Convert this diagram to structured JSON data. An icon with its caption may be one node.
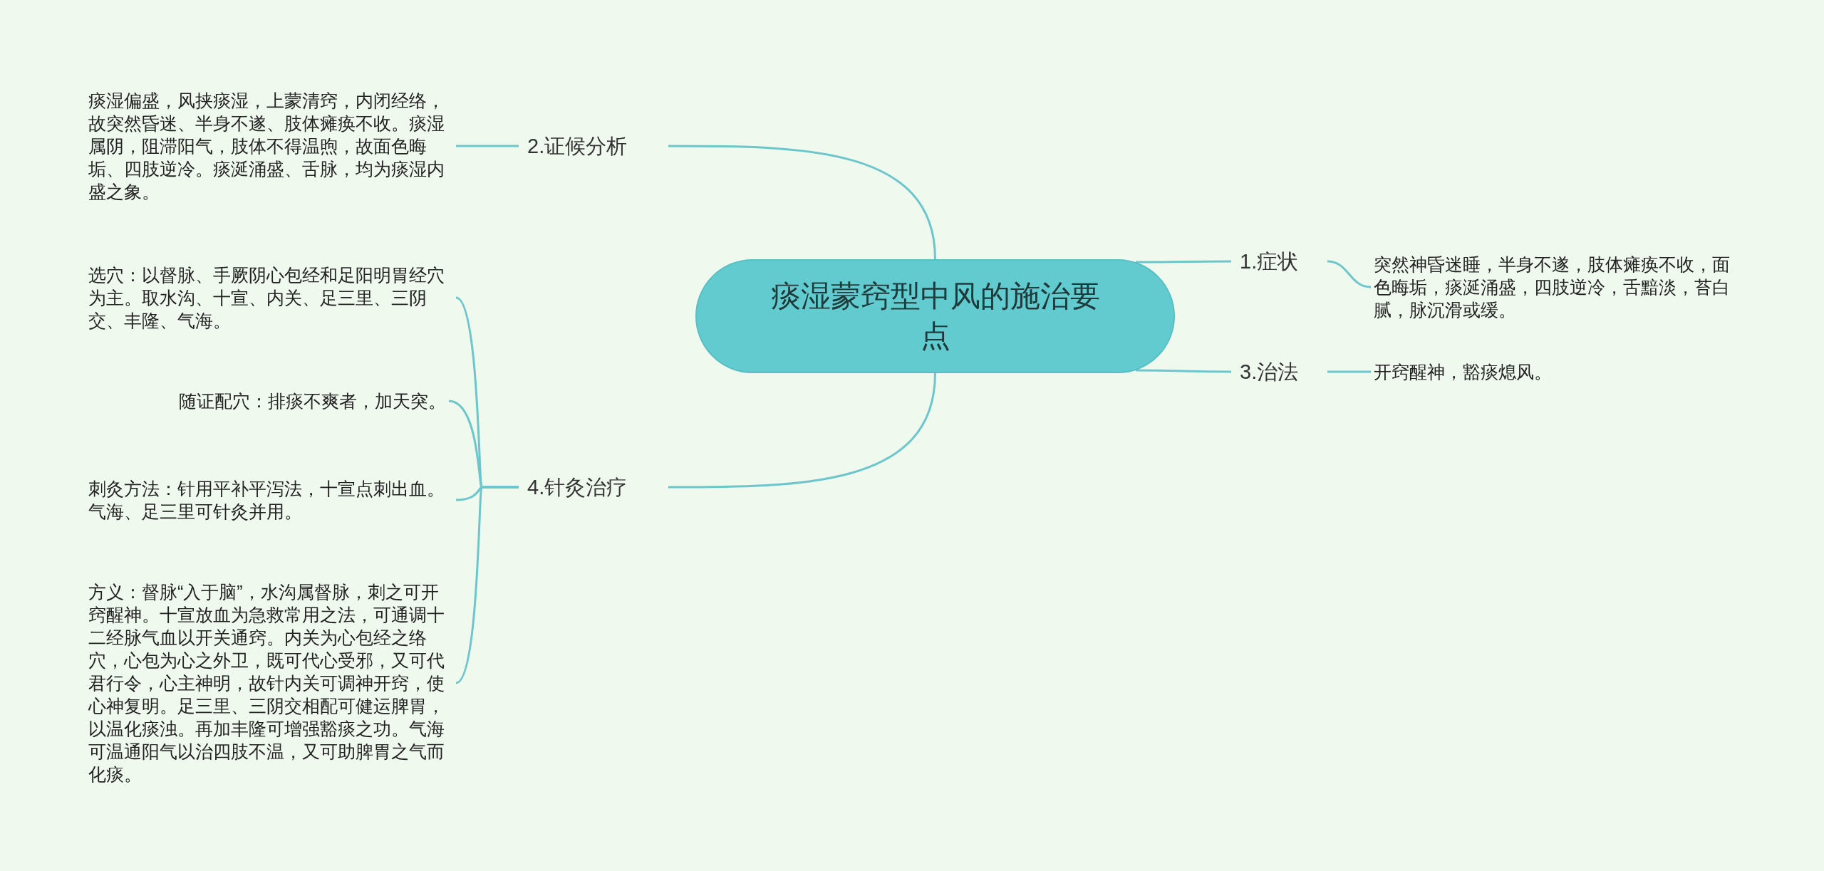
{
  "diagram": {
    "nodes": [
      {
        "text": [
          "痰湿蒙窍型中风的施治要点"
        ]
      },
      {
        "text": [
          "2.证候分析"
        ]
      },
      {
        "text": [
          "1.症状"
        ]
      },
      {
        "text": [
          "3.治法"
        ]
      },
      {
        "text": [
          "4.针灸治疗"
        ]
      },
      {
        "text": [
          "痰湿偏盛，风挟痰湿，上蒙清窍，内闭经络，故突然昏迷、半身不遂、肢体瘫痪不收。痰湿属阴，阻滞阳气，肢体不得温煦，故面色晦垢、四肢逆冷。痰涎涌盛、舌脉，均为痰湿内盛之象。"
        ]
      },
      {
        "text": [
          "突然神昏迷睡，半身不遂，肢体瘫痪不收，面色晦垢，痰涎涌盛，四肢逆冷，舌黯淡，苔白腻，脉沉滑或缓。"
        ]
      },
      {
        "text": [
          "开窍醒神，豁痰熄风。"
        ]
      },
      {
        "text": [
          "选穴：以督脉、手厥阴心包经和足阳明胃经穴为主。取水沟、十宣、内关、足三里、三阴交、丰隆、气海。"
        ]
      },
      {
        "text": [
          "随证配穴：排痰不爽者，加天突。"
        ]
      },
      {
        "text": [
          "刺灸方法：针用平补平泻法，十宣点刺出血。气海、足三里可针灸并用。"
        ]
      },
      {
        "text": [
          "方义：督脉“入于脑”，水沟属督脉，刺之可开窍醒神。十宣放血为急救常用之法，可通调十二经脉气血以开关通窍。内关为心包经之络穴，心包为心之外卫，既可代心受邪，又可代君行令，心主神明，故针内关可调神开窍，使心神复明。足三里、三阴交相配可健运脾胃，以温化痰浊。再加丰隆可增强豁痰之功。气海可温通阳气以治四肢不温，又可助脾胃之气而化痰。"
        ]
      }
    ],
    "edges": [
      {
        "from": 0,
        "to": 1,
        "arrow": "none"
      },
      {
        "from": 0,
        "to": 2,
        "arrow": "none"
      },
      {
        "from": 0,
        "to": 3,
        "arrow": "none"
      },
      {
        "from": 0,
        "to": 4,
        "arrow": "none"
      },
      {
        "from": 1,
        "to": 5,
        "arrow": "none"
      },
      {
        "from": 2,
        "to": 6,
        "arrow": "none"
      },
      {
        "from": 3,
        "to": 7,
        "arrow": "none"
      },
      {
        "from": 4,
        "to": 8,
        "arrow": "none"
      },
      {
        "from": 4,
        "to": 9,
        "arrow": "none"
      },
      {
        "from": 4,
        "to": 10,
        "arrow": "none"
      },
      {
        "from": 4,
        "to": 11,
        "arrow": "none"
      }
    ]
  }
}
